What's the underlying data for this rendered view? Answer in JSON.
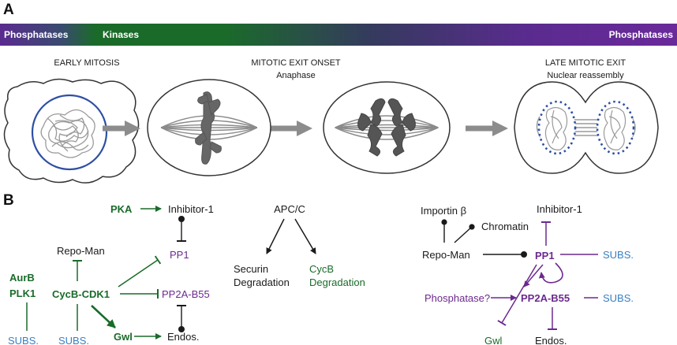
{
  "panels": {
    "a": "A",
    "b": "B"
  },
  "bar": {
    "left": "Phosphatases",
    "middle": "Kinases",
    "right": "Phosphatases"
  },
  "stages": {
    "early": "EARLY MITOSIS",
    "onset": "MITOTIC EXIT ONSET",
    "onset_sub": "Anaphase",
    "late": "LATE MITOTIC EXIT",
    "late_sub": "Nuclear reassembly"
  },
  "left_net": {
    "pka": "PKA",
    "inhibitor1": "Inhibitor-1",
    "pp1": "PP1",
    "repoman": "Repo-Man",
    "aurb": "AurB",
    "plk1": "PLK1",
    "cycbcdk1": "CycB-CDK1",
    "pp2a": "PP2A-B55",
    "subs1": "SUBS.",
    "subs2": "SUBS.",
    "gwl": "Gwl",
    "endos": "Endos."
  },
  "apc": {
    "apcc": "APC/C",
    "securin1": "Securin",
    "securin2": "Degradation",
    "cycb1": "CycB",
    "cycb2": "Degradation"
  },
  "right_net": {
    "importin": "Importin β",
    "chromatin": "Chromatin",
    "inhibitor1": "Inhibitor-1",
    "repoman": "Repo-Man",
    "pp1": "PP1",
    "subs1": "SUBS.",
    "phosphatase": "Phosphatase?",
    "pp2a": "PP2A-B55",
    "subs2": "SUBS.",
    "gwl": "Gwl",
    "endos": "Endos."
  },
  "colors": {
    "kinase_green": "#1a6b2a",
    "phosphatase_purple": "#6b2a8e",
    "substrate_blue": "#3a7fc0"
  }
}
